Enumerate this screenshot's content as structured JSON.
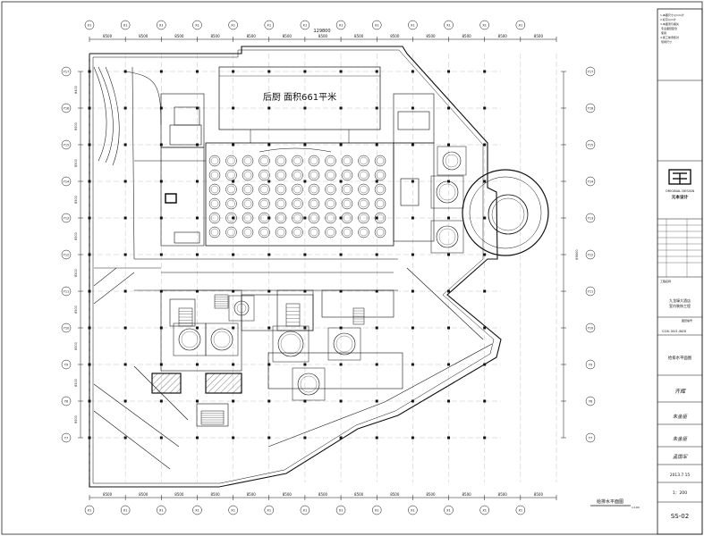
{
  "drawing": {
    "title_room": "后厨    面积661平米",
    "total_dim": "129800",
    "top_dims": [
      "8500",
      "8500",
      "8500",
      "8500",
      "8500",
      "8500",
      "8500",
      "8500",
      "8500",
      "8500",
      "8500",
      "8500",
      "8500"
    ],
    "bottom_dims": [
      "8500",
      "8500",
      "8500",
      "8500",
      "8500",
      "8500",
      "8500",
      "8500",
      "8500",
      "8500",
      "8500",
      "8500",
      "8500"
    ],
    "top_axes": [
      "X1",
      "X1",
      "X1",
      "X1",
      "X1",
      "X1",
      "X1",
      "X1",
      "X1",
      "X1",
      "X1",
      "X1",
      "X1"
    ],
    "bottom_axes": [
      "X1",
      "X1",
      "X1",
      "X1",
      "X1",
      "X1",
      "X1",
      "X1",
      "X1",
      "X1",
      "X1",
      "X1",
      "X1"
    ],
    "left_axes": [
      "Y17",
      "Y16",
      "Y15",
      "Y14",
      "Y13",
      "Y12",
      "Y11",
      "Y10",
      "Y9",
      "Y8",
      "Y7"
    ],
    "left_dims": [
      "8400",
      "8500",
      "8500",
      "8500",
      "8500",
      "8500",
      "8500",
      "8500",
      "8500",
      "8500"
    ],
    "right_total": "89000",
    "caption": "给排水平面图",
    "caption_scale": "1:100"
  },
  "title_block": {
    "notes": "1.本图尺寸以mm计\n2.标高以m计\n3.本图须与相关\n  专业图纸配合\n  使用\n4.施工前须核对\n  现场尺寸",
    "logo_cn": "元本设计",
    "logo_en": "ORIGINAL DESIGN",
    "project_label": "工程名称",
    "project_name": "九龙壕大酒店\n室内装饰工程",
    "code_label": "图纸编号",
    "code": "SJ20-2013-0028",
    "drawing_name": "给排水平面图",
    "designer_sig": "齐辉",
    "checker_sig": "朱金臣",
    "approver_sig": "朱金臣",
    "reviewer_sig": "孟国军",
    "date": "2013.7.15",
    "scale": "1：200",
    "sheet_no": "SS-02"
  }
}
